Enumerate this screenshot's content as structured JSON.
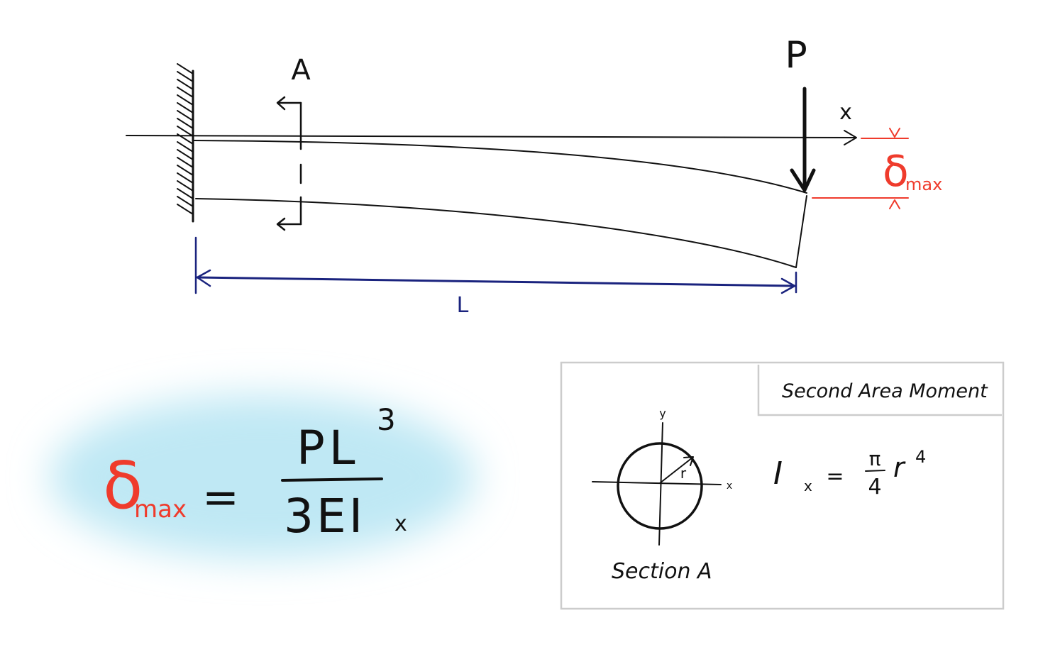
{
  "colors": {
    "ink": "#111111",
    "dimension": "#1a237e",
    "deflection": "#ef3b2c",
    "highlight": "#bfe8f4",
    "box_border": "#cccccc"
  },
  "beam": {
    "section_label": "A",
    "load_label": "P",
    "axis_label": "x",
    "length_label": "L",
    "deflection_symbol": "δ",
    "deflection_subscript": "max"
  },
  "equation": {
    "lhs_symbol": "δ",
    "lhs_subscript": "max",
    "equals": "=",
    "numerator": "PL",
    "numerator_exponent": "3",
    "denominator": "3EI",
    "denominator_subscript": "x"
  },
  "inset": {
    "title": "Second Area Moment",
    "y_axis_label": "y",
    "x_axis_label": "x",
    "radius_label": "r",
    "section_caption": "Section A",
    "formula": {
      "lhs": "I",
      "lhs_subscript": "x",
      "equals": "=",
      "frac_num": "π",
      "frac_den": "4",
      "var": "r",
      "exponent": "4"
    }
  }
}
